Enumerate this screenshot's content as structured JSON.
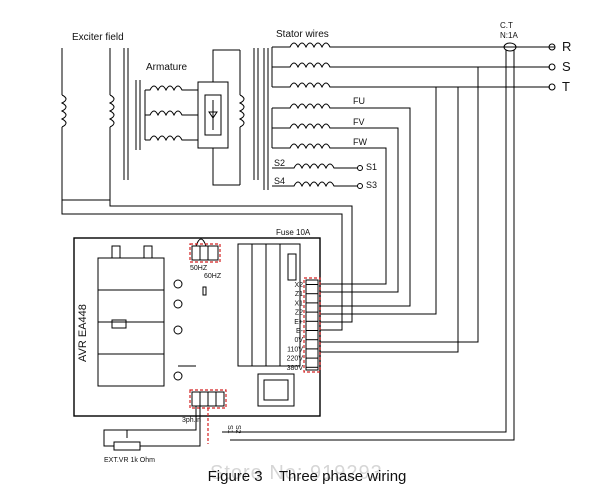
{
  "labels": {
    "exciter_field": "Exciter field",
    "armature": "Armature",
    "stator_wires": "Stator wires",
    "ct": "C.T",
    "ct_ratio": "N:1A",
    "phase_r": "R",
    "phase_s": "S",
    "phase_t": "T",
    "fu": "FU",
    "fv": "FV",
    "fw": "FW",
    "s2": "S2",
    "s4": "S4",
    "s1": "S1",
    "s3": "S3",
    "fuse": "Fuse  10A",
    "hz50": "50HZ",
    "hz60": "60HZ",
    "avr_model": "AVR EA448",
    "terminal_block": [
      "X2",
      "Z1",
      "X1",
      "Z2",
      "E+",
      "E-",
      "0V",
      "110V",
      "220V",
      "380V"
    ],
    "three_ph_in": "3ph.in",
    "s1_vertical": "S1",
    "s2_vertical": "S2",
    "ext_vr": "EXT.VR 1k Ohm"
  },
  "caption": {
    "figure": "Figure 3",
    "title": "Three phase wiring"
  },
  "watermark": "Store No: 919293",
  "colors": {
    "wire": "#000000",
    "red_dashed": "#d42020",
    "background": "#ffffff"
  }
}
